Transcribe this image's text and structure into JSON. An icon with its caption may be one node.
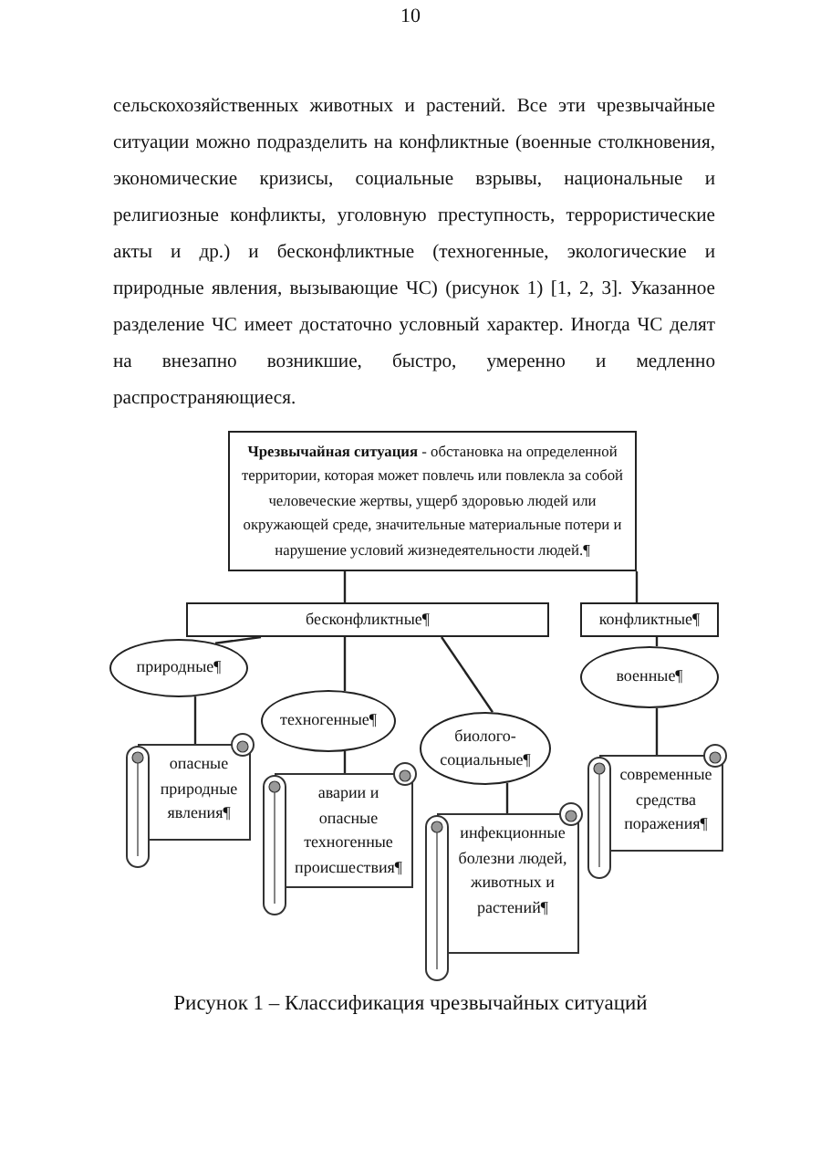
{
  "diagram": {
    "caption": "Рисунок 1 – Классификация чрезвычайных ситуаций",
    "nodes": [
      {
        "text": [
          "**Чрезвычайная ситуация** - обстановка на определенной территории, которая может повлечь или повлекла за собой человеческие жертвы, ущерб здоровью людей или окружающей среде, значительные материальные потери и нарушение условий жизнедеятельности людей.¶"
        ]
      },
      {
        "text": [
          "бесконфликтные¶"
        ]
      },
      {
        "text": [
          "конфликтные¶"
        ]
      },
      {
        "text": [
          "природные¶"
        ]
      },
      {
        "text": [
          "техногенные¶"
        ]
      },
      {
        "text": [
          "биолого-социальные¶"
        ]
      },
      {
        "text": [
          "военные¶"
        ]
      },
      {
        "text": [
          "опасные природные явления¶"
        ]
      },
      {
        "text": [
          "аварии и опасные техногенные происшествия¶"
        ]
      },
      {
        "text": [
          "инфекционные болезни людей, животных и растений¶"
        ]
      },
      {
        "text": [
          "современные средства поражения¶"
        ]
      }
    ],
    "edges": [
      {
        "from": 0,
        "to": 1,
        "arrow": "none"
      },
      {
        "from": 0,
        "to": 2,
        "arrow": "none"
      },
      {
        "from": 1,
        "to": 3,
        "arrow": "none"
      },
      {
        "from": 1,
        "to": 4,
        "arrow": "none"
      },
      {
        "from": 1,
        "to": 5,
        "arrow": "none"
      },
      {
        "from": 2,
        "to": 6,
        "arrow": "none"
      },
      {
        "from": 3,
        "to": 7,
        "arrow": "none"
      },
      {
        "from": 4,
        "to": 8,
        "arrow": "none"
      },
      {
        "from": 5,
        "to": 9,
        "arrow": "none"
      },
      {
        "from": 6,
        "to": 10,
        "arrow": "none"
      }
    ],
    "labels": [
      "10",
      "сельскохозяйственных животных и растений. Все эти чрезвычайные ситуации можно подразделить на конфликтные (военные столкновения, экономические кризисы, социальные взрывы, национальные и религиозные конфликты, уголовную преступность, террористические акты и др.) и бесконфликтные (техногенные, экологические и природные явления, вызывающие ЧС) (рисунок 1) [1, 2, 3]. Указанное разделение ЧС имеет достаточно условный характер. Иногда ЧС делят на внезапно возникшие, быстро, умеренно и медленно распространяющиеся."
    ]
  }
}
